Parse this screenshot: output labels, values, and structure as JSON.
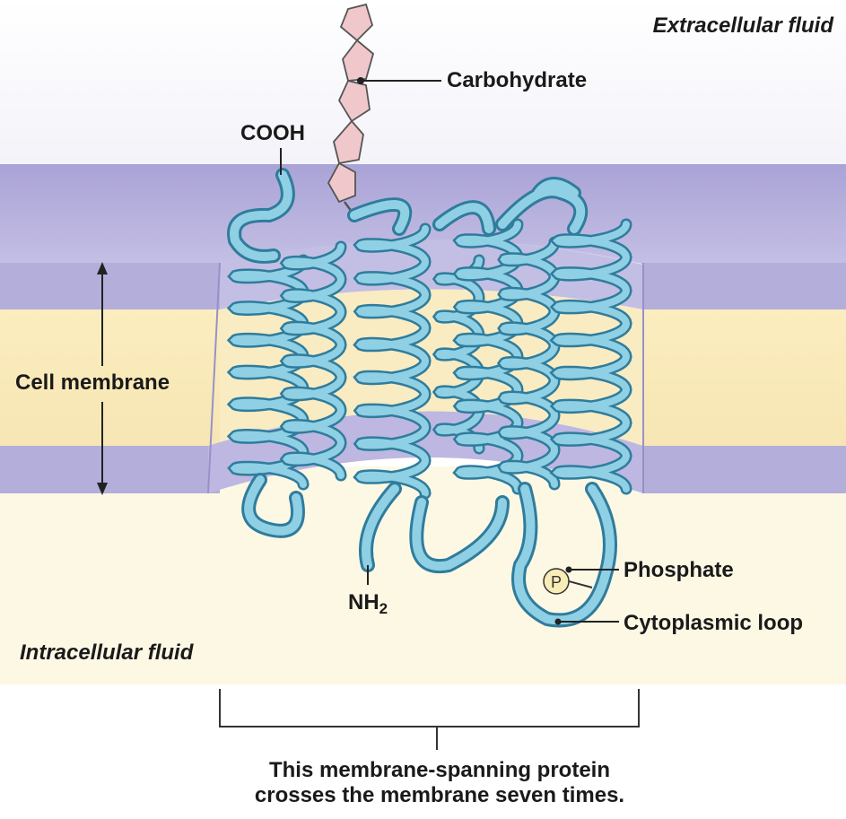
{
  "labels": {
    "extracellular": "Extracellular fluid",
    "intracellular": "Intracellular fluid",
    "carbohydrate": "Carbohydrate",
    "cooh": "COOH",
    "cell_membrane": "Cell membrane",
    "nh2_main": "NH",
    "nh2_sub": "2",
    "phosphate": "Phosphate",
    "phosphate_symbol": "P",
    "cytoplasmic_loop": "Cytoplasmic loop"
  },
  "caption": {
    "line1": "This membrane-spanning protein",
    "line2": "crosses the membrane seven times."
  },
  "colors": {
    "extracellular_fluid": "#f3f2fa",
    "intracellular_fluid": "#fdf8e4",
    "membrane_heads": "#b6b0dc",
    "membrane_core": "#fbefc6",
    "protein_ribbon": "#7cc3da",
    "protein_edge": "#2f7c9c",
    "carbohydrate": "#f0c8cc"
  }
}
